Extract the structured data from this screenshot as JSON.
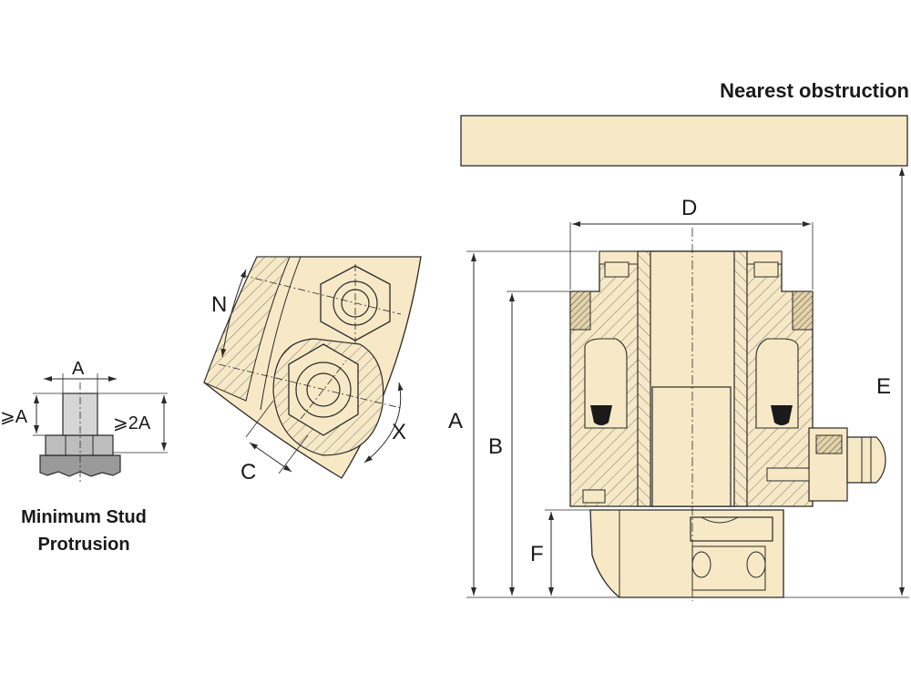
{
  "title": "Nearest obstruction",
  "stud": {
    "label_A": "A",
    "label_geA": "⩾A",
    "label_ge2A": "⩾2A",
    "caption_line1": "Minimum Stud",
    "caption_line2": "Protrusion"
  },
  "flange": {
    "label_N": "N",
    "label_C": "C",
    "label_X": "X"
  },
  "tool": {
    "label_A": "A",
    "label_B": "B",
    "label_D": "D",
    "label_E": "E",
    "label_F": "F"
  },
  "colors": {
    "body_fill": "#f7e9c6",
    "line": "#2a2a2a",
    "seal": "#1a1a1a",
    "ground": "#9a9a9a"
  }
}
